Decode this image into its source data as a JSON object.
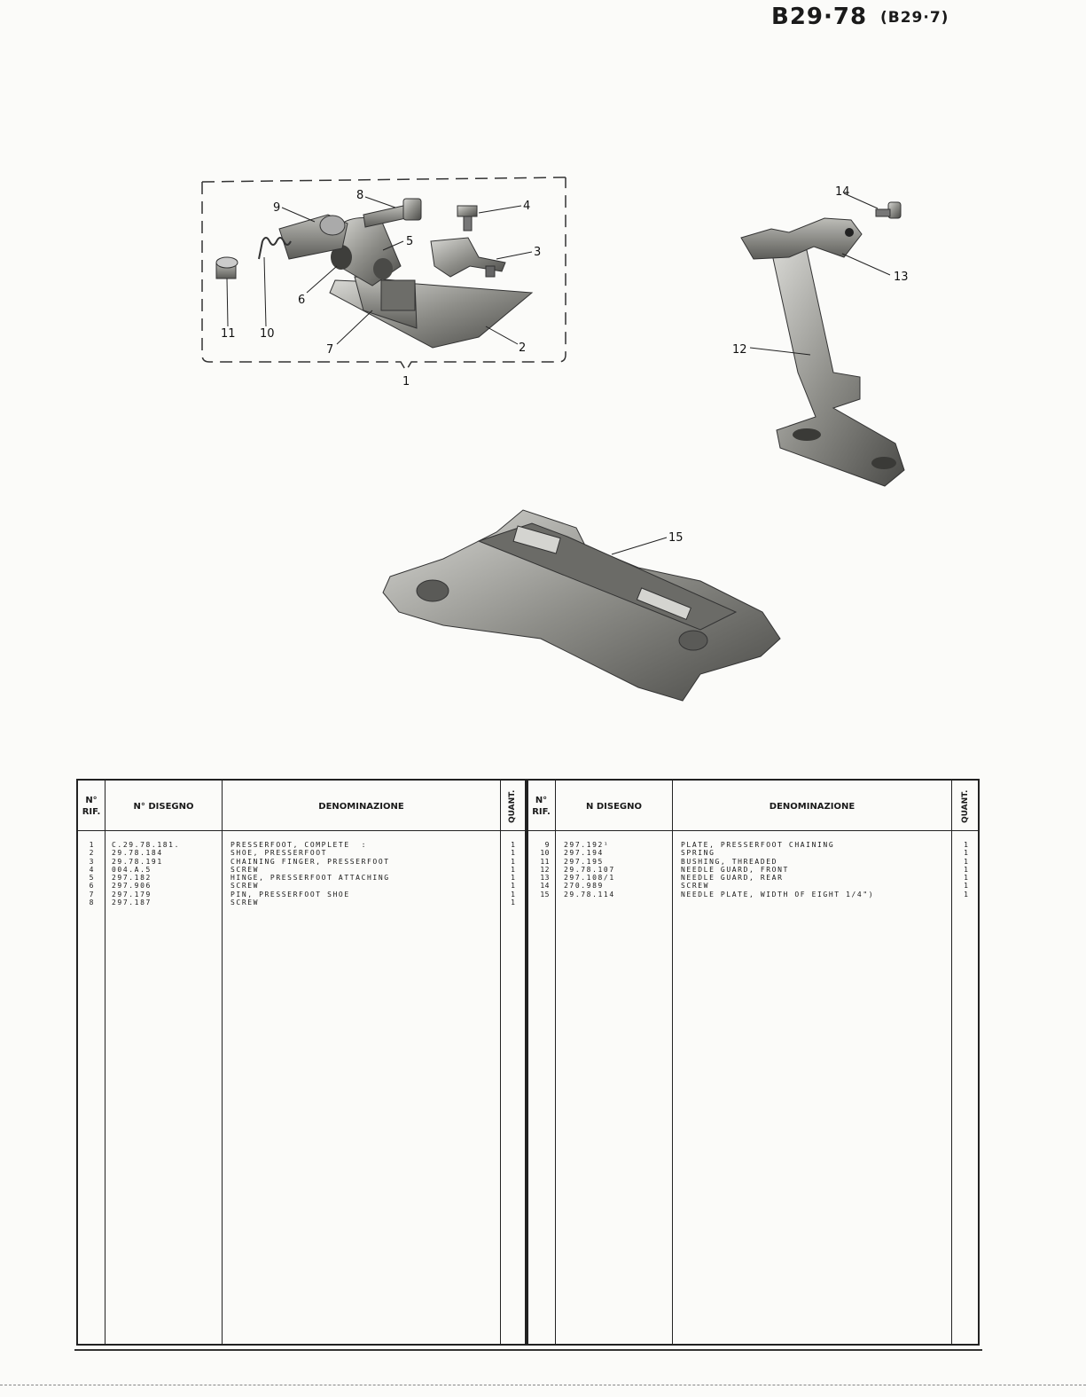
{
  "header": {
    "code": "B29·78",
    "sub_code": "(B29·7)"
  },
  "callouts": {
    "n1": "1",
    "n2": "2",
    "n3": "3",
    "n4": "4",
    "n5": "5",
    "n6": "6",
    "n7": "7",
    "n8": "8",
    "n9": "9",
    "n10": "10",
    "n11": "11",
    "n12": "12",
    "n13": "13",
    "n14": "14",
    "n15": "15"
  },
  "table": {
    "headers": {
      "rif": "N° RIF.",
      "disegno_left": "N° DISEGNO",
      "denominazione": "DENOMINAZIONE",
      "quant": "QUANT.",
      "disegno_right": "N DISEGNO"
    },
    "left": [
      {
        "rif": "1",
        "disegno": "C.29.78.181.",
        "denominazione": "PRESSERFOOT, COMPLETE  :",
        "quant": "1"
      },
      {
        "rif": "2",
        "disegno": "29.78.184",
        "denominazione": "SHOE, PRESSERFOOT",
        "quant": "1"
      },
      {
        "rif": "3",
        "disegno": "29.78.191",
        "denominazione": "CHAINING FINGER, PRESSERFOOT",
        "quant": "1"
      },
      {
        "rif": "4",
        "disegno": "004.A.5",
        "denominazione": "SCREW",
        "quant": "1"
      },
      {
        "rif": "5",
        "disegno": "297.182",
        "denominazione": "HINGE, PRESSERFOOT ATTACHING",
        "quant": "1"
      },
      {
        "rif": "6",
        "disegno": "297.906",
        "denominazione": "SCREW",
        "quant": "1"
      },
      {
        "rif": "7",
        "disegno": "297.179",
        "denominazione": "PIN, PRESSERFOOT SHOE",
        "quant": "1"
      },
      {
        "rif": "8",
        "disegno": "297.187",
        "denominazione": "SCREW",
        "quant": "1"
      }
    ],
    "right": [
      {
        "rif": "9",
        "disegno": "297.192¹",
        "denominazione": "PLATE, PRESSERFOOT CHAINING",
        "quant": "1"
      },
      {
        "rif": "10",
        "disegno": "297.194",
        "denominazione": "SPRING",
        "quant": "1"
      },
      {
        "rif": "11",
        "disegno": "297.195",
        "denominazione": "BUSHING, THREADED",
        "quant": "1"
      },
      {
        "rif": "12",
        "disegno": "29.78.107",
        "denominazione": "NEEDLE GUARD, FRONT",
        "quant": "1"
      },
      {
        "rif": "13",
        "disegno": "297.108/1",
        "denominazione": "NEEDLE GUARD, REAR",
        "quant": "1"
      },
      {
        "rif": "14",
        "disegno": "270.989",
        "denominazione": "SCREW",
        "quant": "1"
      },
      {
        "rif": "15",
        "disegno": "29.78.114",
        "denominazione": "NEEDLE PLATE, WIDTH OF EIGHT 1/4\")",
        "quant": "1"
      }
    ]
  }
}
